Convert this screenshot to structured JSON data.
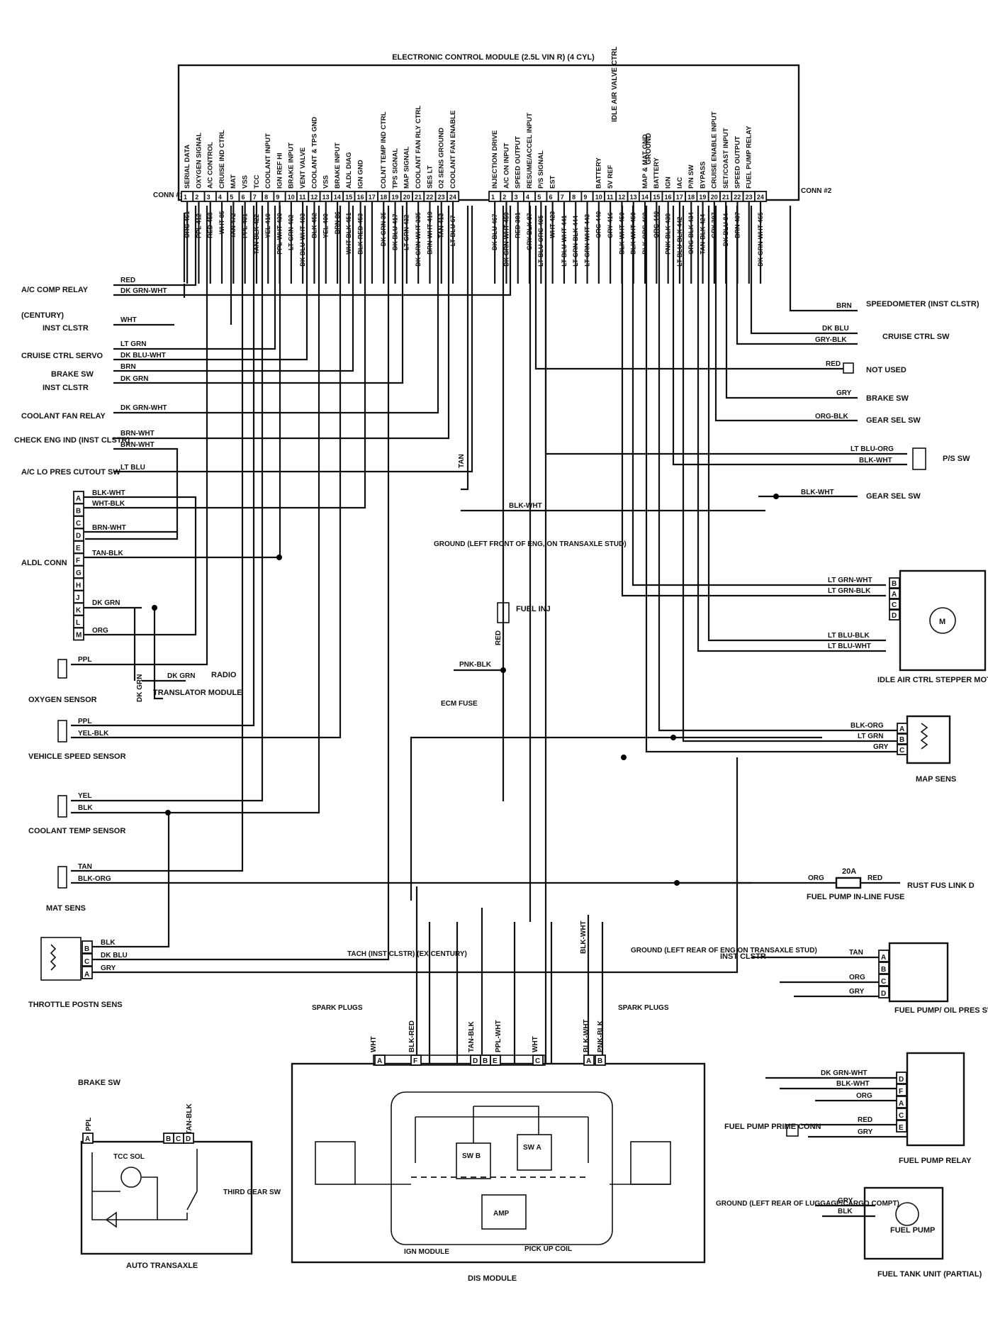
{
  "ecm": {
    "title": "ELECTRONIC CONTROL MODULE (2.5L VIN R) (4 CYL)",
    "conn1_label": "CONN #1",
    "conn2_label": "CONN #2",
    "conn1_pins": [
      {
        "pin": "1",
        "func": "SERIAL DATA",
        "wire": "ORG 461"
      },
      {
        "pin": "2",
        "func": "OXYGEN SIGNAL",
        "wire": "PPL 412"
      },
      {
        "pin": "3",
        "func": "A/C CONTROL",
        "wire": "RED 458"
      },
      {
        "pin": "4",
        "func": "CRUISE IND CTRL",
        "wire": "WHT 85"
      },
      {
        "pin": "5",
        "func": "MAT",
        "wire": "TAN 472"
      },
      {
        "pin": "6",
        "func": "VSS",
        "wire": "PPL 401"
      },
      {
        "pin": "7",
        "func": "TCC",
        "wire": "TAN-BLK 422"
      },
      {
        "pin": "8",
        "func": "COOLANT INPUT",
        "wire": "YEL 410"
      },
      {
        "pin": "9",
        "func": "IGN REF HI",
        "wire": "PPL-WHT 430"
      },
      {
        "pin": "10",
        "func": "BRAKE INPUT",
        "wire": "LT GRN 402"
      },
      {
        "pin": "11",
        "func": "VENT VALVE",
        "wire": "DK BLU-WHT 403"
      },
      {
        "pin": "12",
        "func": "COOLANT & TPS GND",
        "wire": "BLK 452"
      },
      {
        "pin": "13",
        "func": "VSS",
        "wire": "YEL 400"
      },
      {
        "pin": "14",
        "func": "BRAKE INPUT",
        "wire": "BRN 86"
      },
      {
        "pin": "15",
        "func": "ALDL DIAG",
        "wire": "WHT-BLK 451"
      },
      {
        "pin": "16",
        "func": "IGN GND",
        "wire": "BLK-RED 453"
      },
      {
        "pin": "17",
        "func": "",
        "wire": ""
      },
      {
        "pin": "18",
        "func": "COLNT TEMP IND CTRL",
        "wire": "DK GRN 35"
      },
      {
        "pin": "19",
        "func": "TPS SIGNAL",
        "wire": "DK BLU 417"
      },
      {
        "pin": "20",
        "func": "MAP SIGNAL",
        "wire": "LT GRN 432"
      },
      {
        "pin": "21",
        "func": "COOLANT FAN RLY CTRL",
        "wire": "DK GRN-WHT 335"
      },
      {
        "pin": "22",
        "func": "SES LT",
        "wire": "BRN-WHT 419"
      },
      {
        "pin": "23",
        "func": "O2 SENS GROUND",
        "wire": "TAN 413"
      },
      {
        "pin": "24",
        "func": "COOLANT FAN ENABLE",
        "wire": "LT BLU 67"
      }
    ],
    "conn2_pins": [
      {
        "pin": "1",
        "func": "INJECTION DRIVE",
        "wire": "DK BLU 467"
      },
      {
        "pin": "2",
        "func": "A/C ON INPUT",
        "wire": "DK GRN-WHT 459"
      },
      {
        "pin": "3",
        "func": "SPEED OUTPUT",
        "wire": "RED 381"
      },
      {
        "pin": "4",
        "func": "RESUME/ACCEL INPUT",
        "wire": "GRY-BLK 87"
      },
      {
        "pin": "5",
        "func": "P/S SIGNAL",
        "wire": "LT BLU-ORG 495"
      },
      {
        "pin": "6",
        "func": "EST",
        "wire": "WHT 423"
      },
      {
        "pin": "7",
        "func": "",
        "wire": "LT BLU-WHT 441"
      },
      {
        "pin": "8",
        "func": "",
        "wire": "LT GRN-BLK 444"
      },
      {
        "pin": "9",
        "func": "",
        "wire": "LT GRN-WHT 443"
      },
      {
        "pin": "10",
        "func": "BATTERY",
        "wire": "ORG 440"
      },
      {
        "pin": "11",
        "func": "5V REF",
        "wire": "GRY 416"
      },
      {
        "pin": "12",
        "func": "",
        "wire": "BLK-WHT 450"
      },
      {
        "pin": "13",
        "func": "",
        "wire": "BLK-WHT 450"
      },
      {
        "pin": "14",
        "func": "MAP & MAT GND",
        "wire": "BLK-ORG 469"
      },
      {
        "pin": "15",
        "func": "BATTERY",
        "wire": "ORG 440"
      },
      {
        "pin": "16",
        "func": "IGN",
        "wire": "PNK-BLK 439"
      },
      {
        "pin": "17",
        "func": "IAC",
        "wire": "LT BLU-BLK 442"
      },
      {
        "pin": "18",
        "func": "P/N SW",
        "wire": "ORG-BLK 434"
      },
      {
        "pin": "19",
        "func": "BYPASS",
        "wire": "TAN-BLK 424"
      },
      {
        "pin": "20",
        "func": "CRUISE ENABLE INPUT",
        "wire": "GRY 397"
      },
      {
        "pin": "21",
        "func": "SET/COAST INPUT",
        "wire": "DK BLU 84"
      },
      {
        "pin": "22",
        "func": "SPEED OUTPUT",
        "wire": "BRN 437"
      },
      {
        "pin": "23",
        "func": "FUEL PUMP RELAY",
        "wire": ""
      },
      {
        "pin": "24",
        "func": "",
        "wire": "DK GRN-WHT 465"
      }
    ],
    "idle_air_label": "IDLE AIR VALVE CTRL",
    "ground_label": "GROUND"
  },
  "left_components": {
    "ac_comp_relay": "A/C COMP RELAY",
    "century": "(CENTURY)",
    "inst_clstr": "INST CLSTR",
    "cruise_ctrl_servo": "CRUISE CTRL SERVO",
    "brake_sw": "BRAKE SW",
    "inst_clstr_2": "INST CLSTR",
    "coolant_fan_relay": "COOLANT FAN RELAY",
    "check_eng_ind": "CHECK ENG IND (INST CLSTR)",
    "ac_lo_pres": "A/C LO PRES CUTOUT SW",
    "aldl_conn": "ALDL CONN",
    "aldl_pins": [
      "A",
      "B",
      "C",
      "D",
      "E",
      "F",
      "G",
      "H",
      "J",
      "K",
      "L",
      "M"
    ],
    "oxygen_sensor": "OXYGEN SENSOR",
    "radio": "RADIO",
    "translator_module": "TRANSLATOR MODULE",
    "vehicle_speed_sensor": "VEHICLE SPEED SENSOR",
    "coolant_temp_sensor": "COOLANT TEMP SENSOR",
    "mat_sens": "MAT SENS",
    "throttle_postn_sens": "THROTTLE POSTN SENS",
    "brake_sw_bottom": "BRAKE SW",
    "auto_transaxle": "AUTO TRANSAXLE",
    "tcc_sol": "TCC SOL",
    "third_gear_sw": "THIRD GEAR SW"
  },
  "left_wires": {
    "red": "RED",
    "dk_grn_wht": "DK GRN-WHT",
    "wht": "WHT",
    "lt_grn": "LT GRN",
    "dk_blu_wht": "DK BLU-WHT",
    "brn": "BRN",
    "dk_grn": "DK GRN",
    "dk_grn_wht_2": "DK GRN-WHT",
    "brn_wht": "BRN-WHT",
    "brn_wht_2": "BRN-WHT",
    "lt_blu": "LT BLU",
    "blk_wht": "BLK-WHT",
    "wht_blk": "WHT-BLK",
    "brn_wht_3": "BRN-WHT",
    "tan_blk": "TAN-BLK",
    "dk_grn_2": "DK GRN",
    "org": "ORG",
    "ppl": "PPL",
    "dk_grn_3": "DK GRN",
    "dk_grn_4": "DK GRN",
    "ppl_2": "PPL",
    "yel_blk": "YEL-BLK",
    "yel": "YEL",
    "blk": "BLK",
    "tan": "TAN",
    "blk_org": "BLK-ORG",
    "blk_2": "BLK",
    "dk_blu": "DK BLU",
    "gry": "GRY",
    "ppl_3": "PPL",
    "tan_blk_2": "TAN-BLK"
  },
  "center": {
    "tan": "TAN",
    "blk_wht": "BLK-WHT",
    "ground": "GROUND (LEFT FRONT OF ENG, ON TRANSAXLE STUD)",
    "fuel_inj": "FUEL INJ",
    "red": "RED",
    "pnk_blk": "PNK-BLK",
    "ecm_fuse": "ECM FUSE",
    "tach": "TACH (INST CLSTR) (EX CENTURY)",
    "ground2": "GROUND (LEFT REAR OF ENG ON TRANSAXLE STUD)",
    "blk_wht_v": "BLK-WHT",
    "spark_plugs": "SPARK PLUGS",
    "spark_plugs_2": "SPARK PLUGS",
    "dis_wires": [
      "WHT",
      "BLK-RED",
      "TAN-BLK",
      "PPL-WHT",
      "WHT",
      "BLK-WHT",
      "PNK-BLK"
    ],
    "dis_pins_left": [
      "A",
      "F",
      "D",
      "B",
      "E",
      "C"
    ],
    "dis_pins_right": [
      "A",
      "B"
    ],
    "sw_b": "SW B",
    "sw_a": "SW A",
    "amp": "AMP",
    "ign_module": "IGN MODULE",
    "pick_up_coil": "PICK UP COIL",
    "dis_module": "DIS MODULE"
  },
  "right_components": {
    "speedometer": "SPEEDOMETER (INST CLSTR)",
    "cruise_ctrl_sw": "CRUISE CTRL SW",
    "not_used": "NOT USED",
    "brake_sw": "BRAKE SW",
    "gear_sel_sw": "GEAR SEL SW",
    "ps_sw": "P/S SW",
    "gear_sel_sw_2": "GEAR SEL SW",
    "idle_air_ctrl": "IDLE AIR CTRL STEPPER MOTOR",
    "map_sens": "MAP SENS",
    "fuse_amp": "20A",
    "fuel_pump_fuse": "FUEL PUMP IN-LINE FUSE",
    "rust_fus": "RUST FUS LINK D",
    "inst_clstr": "INST CLSTR",
    "fuel_pump_oil_pres": "FUEL PUMP/ OIL PRES SW",
    "fuel_pump_prime": "FUEL PUMP PRIME CONN",
    "fuel_pump_relay": "FUEL PUMP RELAY",
    "ground": "GROUND (LEFT REAR OF LUGGAGE/CARGO COMPT)",
    "fuel_pump": "FUEL PUMP",
    "fuel_tank": "FUEL TANK UNIT (PARTIAL)",
    "motor_m": "M"
  },
  "right_wires": {
    "brn": "BRN",
    "dk_blu": "DK BLU",
    "gry_blk": "GRY-BLK",
    "red": "RED",
    "gry": "GRY",
    "org_blk": "ORG-BLK",
    "lt_blu_org": "LT BLU-ORG",
    "blk_wht": "BLK-WHT",
    "blk_wht_2": "BLK-WHT",
    "lt_grn_wht": "LT GRN-WHT",
    "lt_grn_blk": "LT GRN-BLK",
    "lt_blu_blk": "LT BLU-BLK",
    "lt_blu_wht": "LT BLU-WHT",
    "blk_org": "BLK-ORG",
    "lt_grn": "LT GRN",
    "gry_2": "GRY",
    "org": "ORG",
    "red_2": "RED",
    "tan": "TAN",
    "org_2": "ORG",
    "gry_3": "GRY",
    "dk_grn_wht": "DK GRN-WHT",
    "blk_wht_3": "BLK-WHT",
    "org_3": "ORG",
    "red_3": "RED",
    "gry_4": "GRY",
    "gry_5": "GRY",
    "blk": "BLK"
  },
  "iac_pins": [
    "B",
    "A",
    "C",
    "D"
  ],
  "map_pins": [
    "A",
    "B",
    "C"
  ],
  "fpo_pins": [
    "A",
    "B",
    "C",
    "D"
  ],
  "fpr_pins": [
    "D",
    "F",
    "A",
    "C",
    "E"
  ],
  "tps_pins": [
    "B",
    "C",
    "A"
  ],
  "tcc_pins": [
    "A",
    "B",
    "C",
    "D"
  ]
}
